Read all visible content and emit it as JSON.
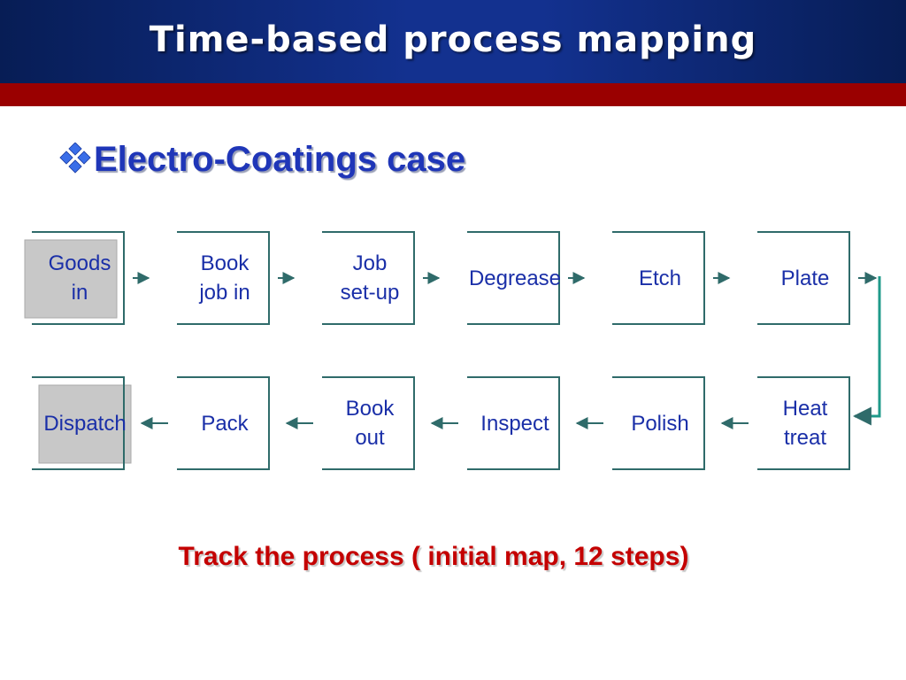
{
  "slide": {
    "title": "Time-based process mapping",
    "bullet": "Electro-Coatings case",
    "caption": "Track the process ( initial map, 12 steps)"
  },
  "colors": {
    "header_blue": "#13318f",
    "red_bar": "#9a0000",
    "box_line": "#2f6b6a",
    "label_blue": "#1a2fa8",
    "highlight_fill": "#c8c8c8",
    "caption_red": "#c40000"
  },
  "process": {
    "rows": [
      {
        "direction": "left-to-right",
        "steps": [
          {
            "label": "Goods\nin",
            "highlighted": true
          },
          {
            "label": "Book\njob in",
            "highlighted": false
          },
          {
            "label": "Job\nset-up",
            "highlighted": false
          },
          {
            "label": "Degrease",
            "highlighted": false
          },
          {
            "label": "Etch",
            "highlighted": false
          },
          {
            "label": "Plate",
            "highlighted": false
          }
        ]
      },
      {
        "direction": "right-to-left",
        "steps": [
          {
            "label": "Dispatch",
            "highlighted": true
          },
          {
            "label": "Pack",
            "highlighted": false
          },
          {
            "label": "Book\nout",
            "highlighted": false
          },
          {
            "label": "Inspect",
            "highlighted": false
          },
          {
            "label": "Polish",
            "highlighted": false
          },
          {
            "label": "Heat\ntreat",
            "highlighted": false
          }
        ]
      }
    ]
  }
}
